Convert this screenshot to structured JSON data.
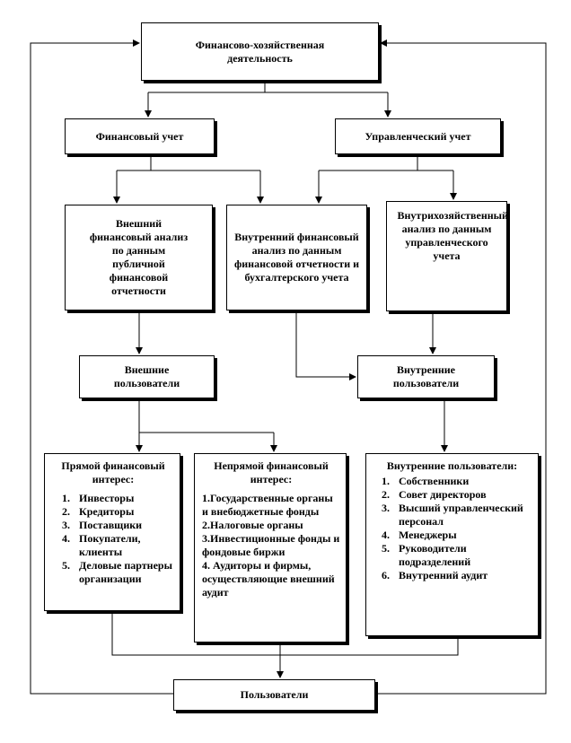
{
  "boxes": {
    "top": "Финансово-хозяйственная деятельность",
    "fin_account": "Финансовый учет",
    "mgmt_account": "Управленческий учет",
    "external_analysis": "Внешний финансовый анализ по данным публичной финансовой отчетности",
    "internal_analysis": "Внутренний финансовый анализ по данным финансовой отчетности и бухгалтерского учета",
    "intrafarm_analysis": "Внутрихозяйственный анализ по данным управленческого учета",
    "external_users": "Внешние пользователи",
    "internal_users": "Внутренние пользователи",
    "bottom": "Пользователи"
  },
  "direct_interest": {
    "title": "Прямой финансовый интерес:",
    "items": [
      {
        "num": "1.",
        "text": "Инвесторы"
      },
      {
        "num": "2.",
        "text": "Кредиторы"
      },
      {
        "num": "3.",
        "text": "Поставщики"
      },
      {
        "num": "4.",
        "text": "Покупатели, клиенты"
      },
      {
        "num": "5.",
        "text": "Деловые партнеры организации"
      }
    ]
  },
  "indirect_interest": {
    "title": "Непрямой финансовый интерес:",
    "items": [
      "1.Государственные органы и внебюджетные фонды",
      "2.Налоговые органы",
      "3.Инвестиционные фонды и фондовые биржи",
      "4. Аудиторы и фирмы, осуществляющие внешний аудит"
    ]
  },
  "internal_list": {
    "title": "Внутренние пользователи:",
    "items": [
      {
        "num": "1.",
        "text": "Собственники"
      },
      {
        "num": "2.",
        "text": "Совет директоров"
      },
      {
        "num": "3.",
        "text": "Высший управленческий персонал"
      },
      {
        "num": "4.",
        "text": "Менеджеры"
      },
      {
        "num": "5.",
        "text": "Руководители подразделений"
      },
      {
        "num": "6.",
        "text": "Внутренний аудит"
      }
    ]
  }
}
